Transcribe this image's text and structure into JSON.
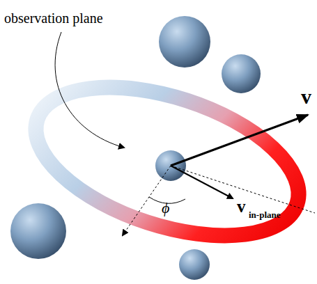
{
  "diagram": {
    "labels": [
      "observation plane",
      "v",
      "v",
      "in-plane",
      "ϕ"
    ]
  }
}
